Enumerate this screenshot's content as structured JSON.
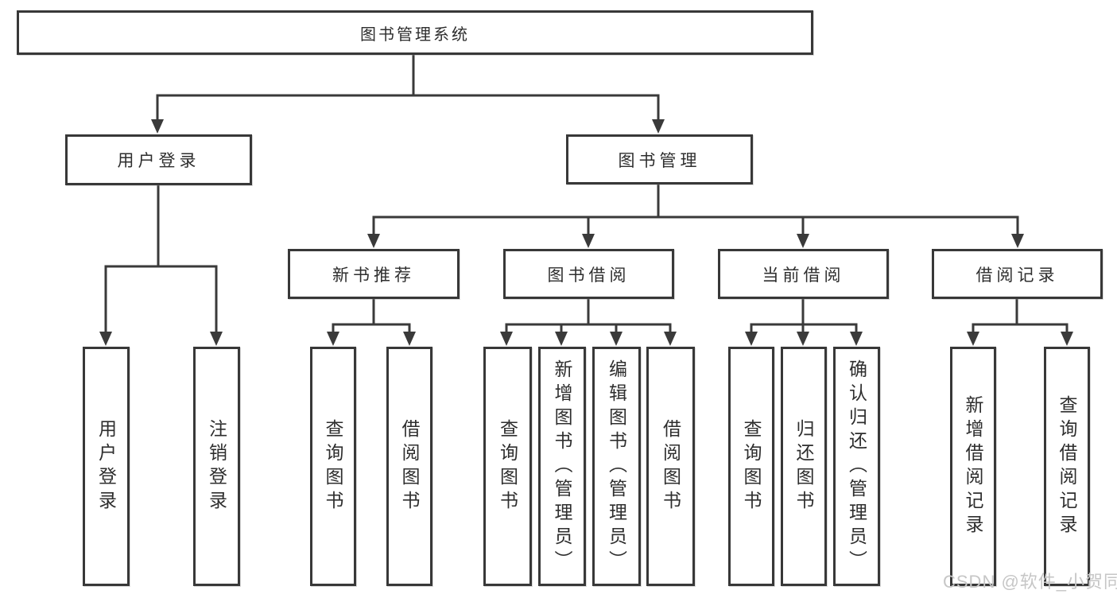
{
  "diagram": {
    "root": {
      "label": "图书管理系统"
    },
    "branches": [
      {
        "label": "用户登录",
        "children": [
          {
            "label": "用户登录"
          },
          {
            "label": "注销登录"
          }
        ]
      },
      {
        "label": "图书管理",
        "children": [
          {
            "label": "新书推荐",
            "children": [
              {
                "label": "查询图书"
              },
              {
                "label": "借阅图书"
              }
            ]
          },
          {
            "label": "图书借阅",
            "children": [
              {
                "label": "查询图书"
              },
              {
                "label": "新增图书（管理员）"
              },
              {
                "label": "编辑图书（管理员）"
              },
              {
                "label": "借阅图书"
              }
            ]
          },
          {
            "label": "当前借阅",
            "children": [
              {
                "label": "查询图书"
              },
              {
                "label": "归还图书"
              },
              {
                "label": "确认归还（管理员）"
              }
            ]
          },
          {
            "label": "借阅记录",
            "children": [
              {
                "label": "新增借阅记录"
              },
              {
                "label": "查询借阅记录"
              }
            ]
          }
        ]
      }
    ]
  },
  "watermark": {
    "text": "CSDN @软件_小贺同学"
  },
  "colors": {
    "line": "#3a3a3a",
    "box_border": "#383838",
    "text": "#2e2e2e",
    "watermark": "#c6c6c6",
    "background": "#ffffff"
  }
}
